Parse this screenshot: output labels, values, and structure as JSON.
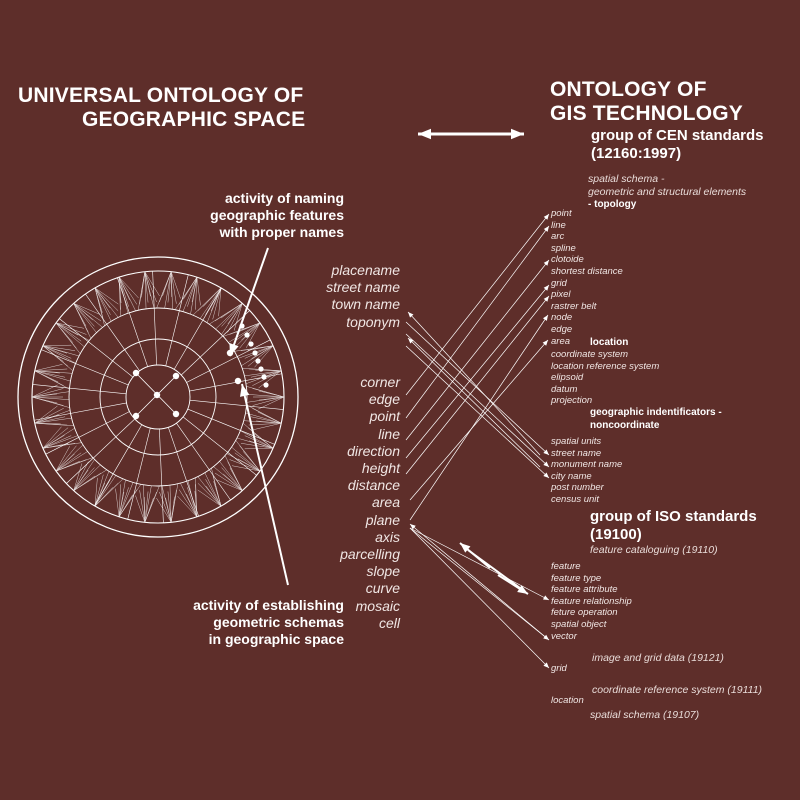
{
  "left_title": [
    "UNIVERSAL ONTOLOGY OF",
    "GEOGRAPHIC SPACE"
  ],
  "right_title": [
    "ONTOLOGY OF",
    "GIS TECHNOLOGY"
  ],
  "naming_annotation": [
    "activity of naming",
    "geographic features",
    "with proper names"
  ],
  "schema_annotation": [
    "activity of establishing",
    "geometric schemas",
    "in geographic space"
  ],
  "middle_terms_top": [
    "placename",
    "street name",
    "town name",
    "toponym"
  ],
  "middle_terms_bottom": [
    "corner",
    "edge",
    "point",
    "line",
    "direction",
    "height",
    "distance",
    "area",
    "plane",
    "axis",
    "parcelling",
    "slope",
    "curve",
    "mosaic",
    "cell"
  ],
  "cen": {
    "title": [
      "group of CEN standards",
      "(12160:1997)"
    ],
    "schema_caption": [
      "spatial schema -",
      "geometric and structural elements"
    ],
    "topology_label": "- topology",
    "topology_items": [
      "point",
      "line",
      "arc",
      "spline",
      "clotoide",
      "shortest distance",
      "grid",
      "pixel",
      "rastrer belt",
      "node",
      "edge",
      "area"
    ],
    "location_label": "location",
    "location_items": [
      "coordinate system",
      "location reference system",
      "elipsoid",
      "datum",
      "projection"
    ],
    "identificators_label": [
      "geographic indentificators -",
      "noncoordinate"
    ],
    "identificators_items": [
      "spatial units",
      "street name",
      "monument name",
      "city name",
      "post number",
      "census unit"
    ]
  },
  "iso": {
    "title": [
      "group of ISO standards",
      "(19100)"
    ],
    "cataloguing_caption": "feature cataloguing (19110)",
    "feature_items": [
      "feature",
      "feature type",
      "feature attribute",
      "feature relationship",
      "feture operation",
      "spatial object",
      "vector"
    ],
    "image_caption": "image and grid data (19121)",
    "grid_item": "grid",
    "crs_caption": "coordinate reference system (19111)",
    "location_item": "location",
    "schema_caption": "spatial schema (19107)"
  }
}
